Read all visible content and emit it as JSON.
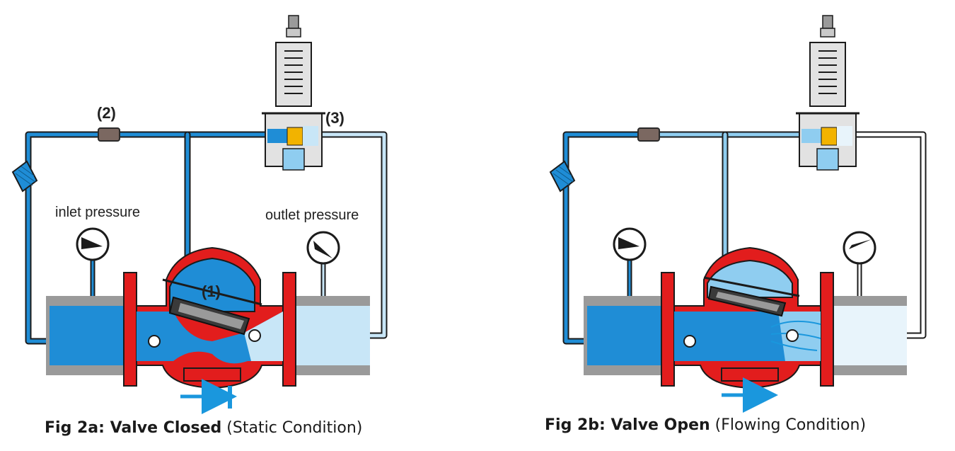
{
  "figure_a": {
    "labels": {
      "inlet": "inlet pressure",
      "outlet": "outlet pressure",
      "main_valve": "(1)",
      "restrictor": "(2)",
      "pilot": "(3)"
    },
    "caption": {
      "bold": "Fig 2a: Valve Closed",
      "normal": "(Static Condition)"
    }
  },
  "figure_b": {
    "caption": {
      "bold": "Fig 2b: Valve Open",
      "normal": "(Flowing Condition)"
    }
  },
  "colors": {
    "inlet_blue": "#1f8dd6",
    "outlet_light": "#c8e6f7",
    "control_light": "#8fcdf0",
    "valve_red": "#e21d1d",
    "pipe_grey": "#9a9a9a",
    "dark": "#2a2a2a",
    "arrow_blue": "#1a97dd"
  }
}
